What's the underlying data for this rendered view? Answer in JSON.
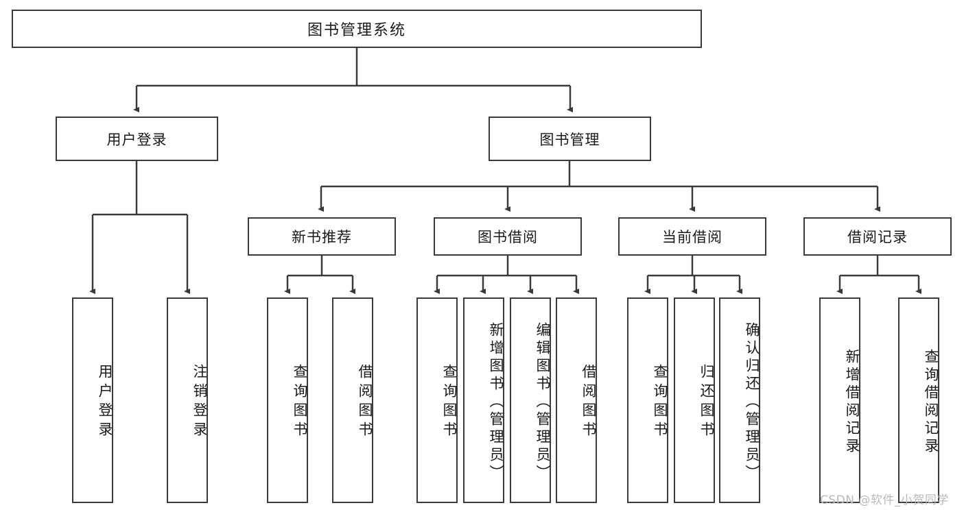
{
  "diagram": {
    "type": "tree",
    "title": "图书管理系统",
    "root": {
      "label": "图书管理系统"
    },
    "level2": [
      {
        "label": "用户登录"
      },
      {
        "label": "图书管理"
      }
    ],
    "level3": [
      {
        "label": "新书推荐"
      },
      {
        "label": "图书借阅"
      },
      {
        "label": "当前借阅"
      },
      {
        "label": "借阅记录"
      }
    ],
    "leaves": {
      "user_login": [
        {
          "label": "用户登录"
        },
        {
          "label": "注销登录"
        }
      ],
      "new_book_recommend": [
        {
          "label": "查询图书"
        },
        {
          "label": "借阅图书"
        }
      ],
      "book_borrow": [
        {
          "label": "查询图书"
        },
        {
          "label": "新增图书（管理员）"
        },
        {
          "label": "编辑图书（管理员）"
        },
        {
          "label": "借阅图书"
        }
      ],
      "current_borrow": [
        {
          "label": "查询图书"
        },
        {
          "label": "归还图书"
        },
        {
          "label": "确认归还（管理员）"
        }
      ],
      "borrow_record": [
        {
          "label": "新增借阅记录"
        },
        {
          "label": "查询借阅记录"
        }
      ]
    }
  },
  "colors": {
    "stroke": "#3a3a3a",
    "text": "#1a1a1a",
    "background": "#ffffff",
    "watermark": "#b9b9b9"
  },
  "watermark": {
    "text": "CSDN @软件_小贺同学"
  }
}
